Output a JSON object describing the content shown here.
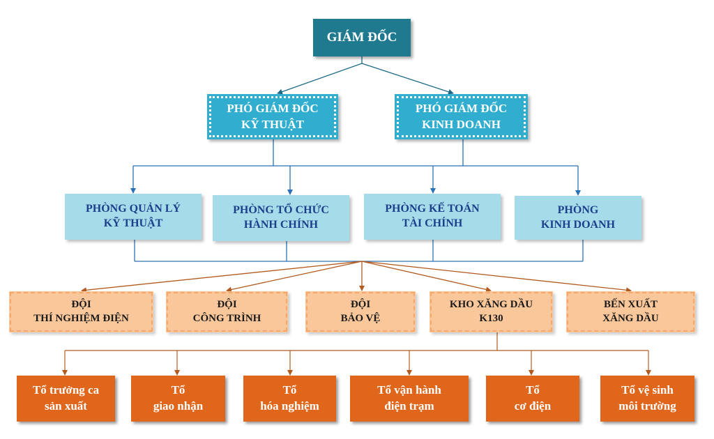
{
  "colors": {
    "director_fill": "#1f7a8f",
    "deputy_fill": "#31aecf",
    "department_fill": "#a6dce9",
    "department_text": "#1c3f8c",
    "team_fill": "#fac79a",
    "group_fill": "#e0661b",
    "connector_top": "#1b6a86",
    "connector_mid": "#2a72b5",
    "connector_team": "#b35a1f"
  },
  "director": {
    "label": "GIÁM ĐỐC"
  },
  "deputies": [
    {
      "label": "PHÓ GIÁM ĐỐC\nKỸ THUẬT"
    },
    {
      "label": "PHÓ GIÁM ĐỐC\nKINH DOANH"
    }
  ],
  "departments": [
    {
      "label": "PHÒNG QUẢN LÝ\nKỸ THUẬT"
    },
    {
      "label": "PHÒNG TỔ CHỨC\nHÀNH CHÍNH"
    },
    {
      "label": "PHÒNG KẾ TOÁN\nTÀI CHÍNH"
    },
    {
      "label": "PHÒNG\nKINH DOANH"
    }
  ],
  "teams": [
    {
      "label": "ĐỘI\nTHÍ NGHIỆM ĐIỆN"
    },
    {
      "label": "ĐỘI\nCÔNG TRÌNH"
    },
    {
      "label": "ĐỘI\nBẢO VỆ"
    },
    {
      "label": "KHO XĂNG DẦU\nK130"
    },
    {
      "label": "BẾN XUẤT\nXĂNG DẦU"
    }
  ],
  "groups": [
    {
      "label": "Tổ trưởng ca\nsản xuất"
    },
    {
      "label": "Tổ\ngiao nhận"
    },
    {
      "label": "Tổ\nhóa nghiệm"
    },
    {
      "label": "Tổ vận hành\nđiện trạm"
    },
    {
      "label": "Tổ\ncơ điện"
    },
    {
      "label": "Tổ vệ sinh\nmôi trường"
    }
  ]
}
